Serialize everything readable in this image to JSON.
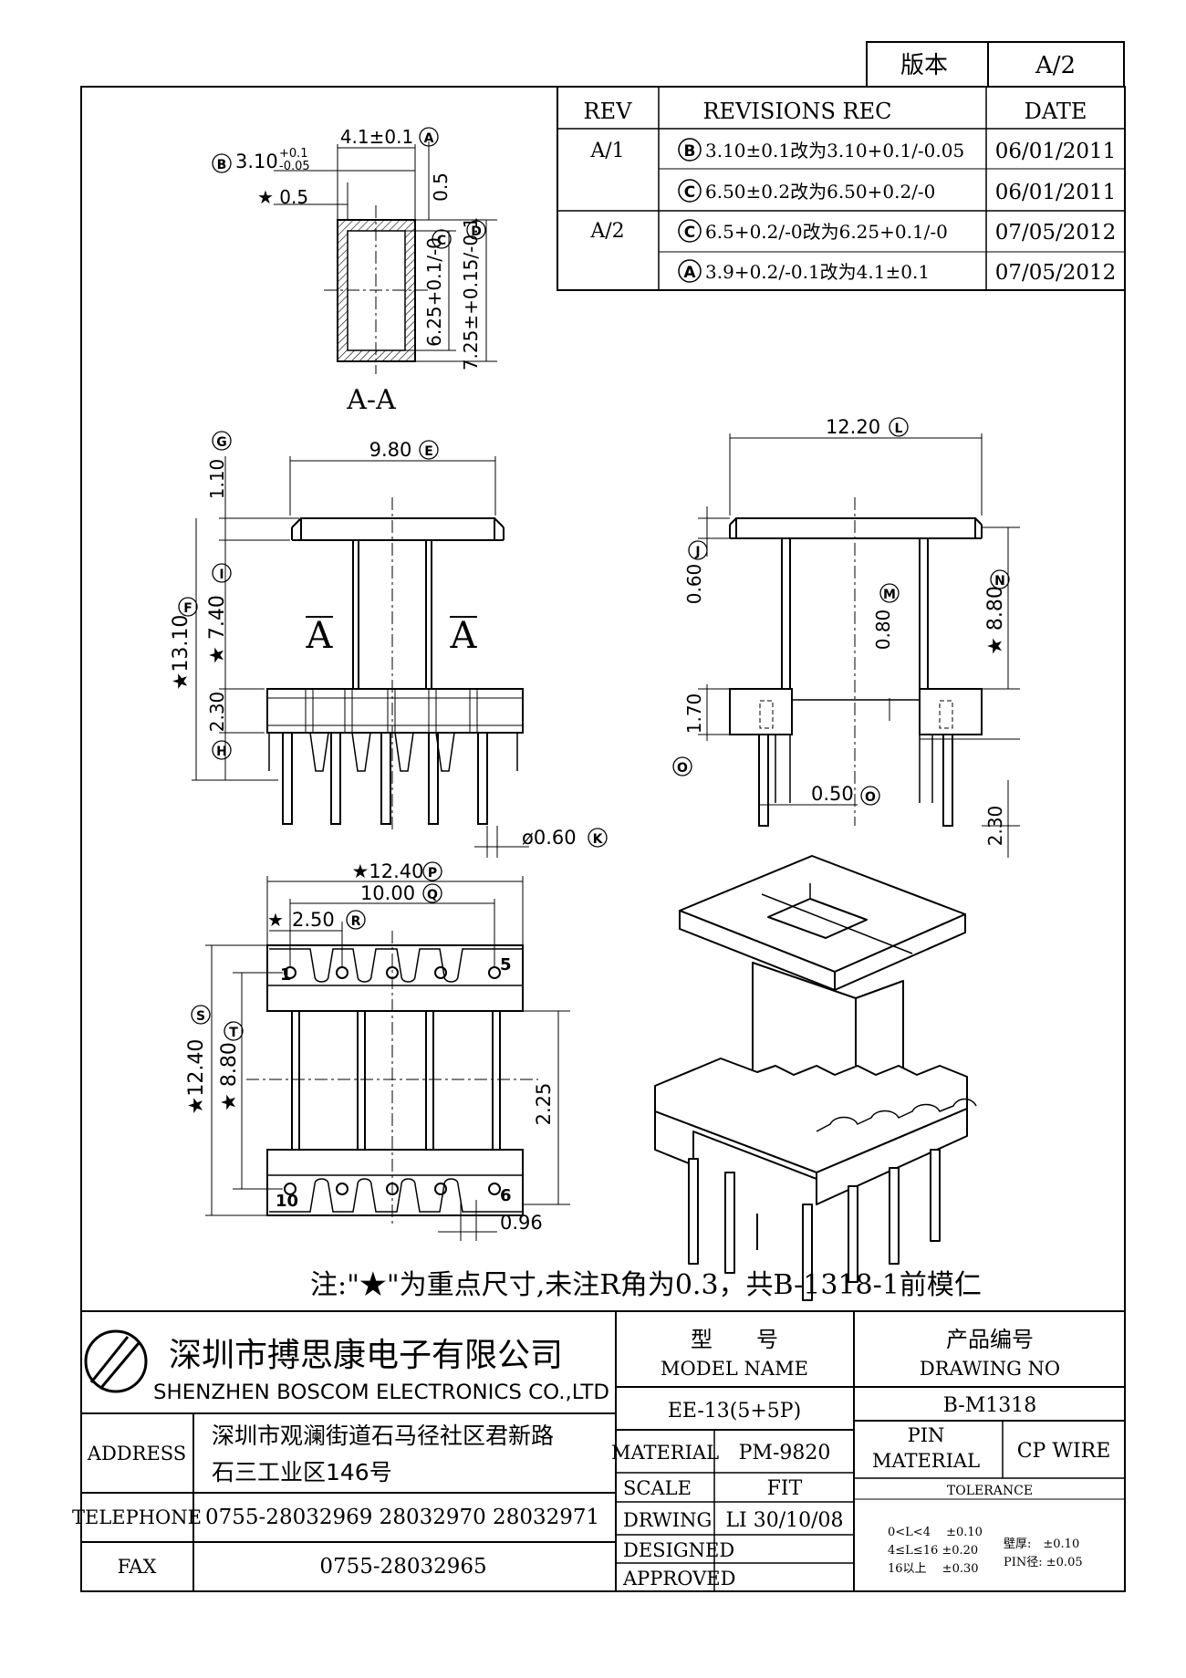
{
  "version_box": {
    "label": "版本",
    "value": "A/2"
  },
  "revisions": {
    "headers": {
      "rev": "REV",
      "rec": "REVISIONS REC",
      "date": "DATE"
    },
    "rows": [
      {
        "rev": "A/1",
        "mark": "B",
        "text": "3.10±0.1改为3.10+0.1/-0.05",
        "date": "06/01/2011"
      },
      {
        "rev": "",
        "mark": "C",
        "text": "6.50±0.2改为6.50+0.2/-0",
        "date": "06/01/2011"
      },
      {
        "rev": "A/2",
        "mark": "C",
        "text": "6.5+0.2/-0改为6.25+0.1/-0",
        "date": "07/05/2012"
      },
      {
        "rev": "",
        "mark": "A",
        "text": "3.9+0.2/-0.1改为4.1±0.1",
        "date": "07/05/2012"
      }
    ]
  },
  "section_view": {
    "title": "A-A",
    "dims": {
      "top_width": "4.1±0.1",
      "top_mark": "A",
      "left_width": "3.10",
      "left_tol_plus": "+0.1",
      "left_tol_minus": "-0.05",
      "left_mark": "B",
      "wall": "★ 0.5",
      "top_wall": "0.5",
      "inner_height": "6.25+0.1/-0",
      "inner_mark": "C",
      "outer_height": "7.25±+0.15/-0.1",
      "outer_mark": "D"
    }
  },
  "front_view": {
    "section_marks": [
      "A",
      "A"
    ],
    "dims": {
      "flange_width": "9.80",
      "flange_width_mark": "E",
      "flange_thick": "1.10",
      "flange_thick_mark": "G",
      "total_height": "★13.10",
      "total_height_mark": "F",
      "winding_height": "★ 7.40",
      "winding_height_mark": "I",
      "base_height": "2.30",
      "base_height_mark": "H",
      "pin_dia": "ø0.60",
      "pin_dia_mark": "K"
    }
  },
  "side_view": {
    "dims": {
      "flange_width": "12.20",
      "flange_width_mark": "L",
      "flange_thick": "0.60",
      "flange_thick_mark": "J",
      "wall": "0.80",
      "wall_mark": "M",
      "winding_height": "★ 8.80",
      "winding_height_mark": "N",
      "base_height": "1.70",
      "base_height_mark": "O",
      "pin_gap": "0.50",
      "pin_gap_mark": "O",
      "pin_len": "2.30"
    }
  },
  "bottom_view": {
    "pin_labels": [
      "1",
      "5",
      "10",
      "6"
    ],
    "dims": {
      "overall_width": "★12.40",
      "overall_width_mark": "P",
      "pin_span": "10.00",
      "pin_span_mark": "Q",
      "pitch": "2.50",
      "pitch_mark": "R",
      "overall_depth": "★12.40",
      "overall_depth_mark": "S",
      "row_span": "★ 8.80",
      "row_span_mark": "T",
      "slot": "2.25",
      "slot_width": "0.96"
    }
  },
  "note": "注:\"★\"为重点尺寸,未注R角为0.3，共B-1318-1前模仁",
  "title_block": {
    "company_cn": "深圳市搏思康电子有限公司",
    "company_en": "SHENZHEN BOSCOM ELECTRONICS CO.,LTD",
    "address_label": "ADDRESS",
    "address_line1": "深圳市观澜街道石马径社区君新路",
    "address_line2": "石三工业区146号",
    "telephone_label": "TELEPHONE",
    "telephone": "0755-28032969 28032970 28032971",
    "fax_label": "FAX",
    "fax": "0755-28032965",
    "model_cn": "型　　号",
    "model_en": "MODEL NAME",
    "model_value": "EE-13(5+5P)",
    "drawing_cn": "产品编号",
    "drawing_en": "DRAWING NO",
    "drawing_value": "B-M1318",
    "material_label": "MATERIAL",
    "material_value": "PM-9820",
    "pin_material_label1": "PIN",
    "pin_material_label2": "MATERIAL",
    "pin_material_value": "CP WIRE",
    "scale_label": "SCALE",
    "scale_value": "FIT",
    "drwing_label": "DRWING",
    "drwing_value": "LI 30/10/08",
    "designed_label": "DESIGNED",
    "approved_label": "APPROVED",
    "tolerance_label": "TOLERANCE",
    "tol_rows": [
      "0<L<4　 ±0.10",
      "4≤L≤16 ±0.20",
      "16以上　 ±0.30"
    ],
    "wall_tol": "壁厚:　±0.10",
    "pin_tol": "PIN径: ±0.05"
  }
}
